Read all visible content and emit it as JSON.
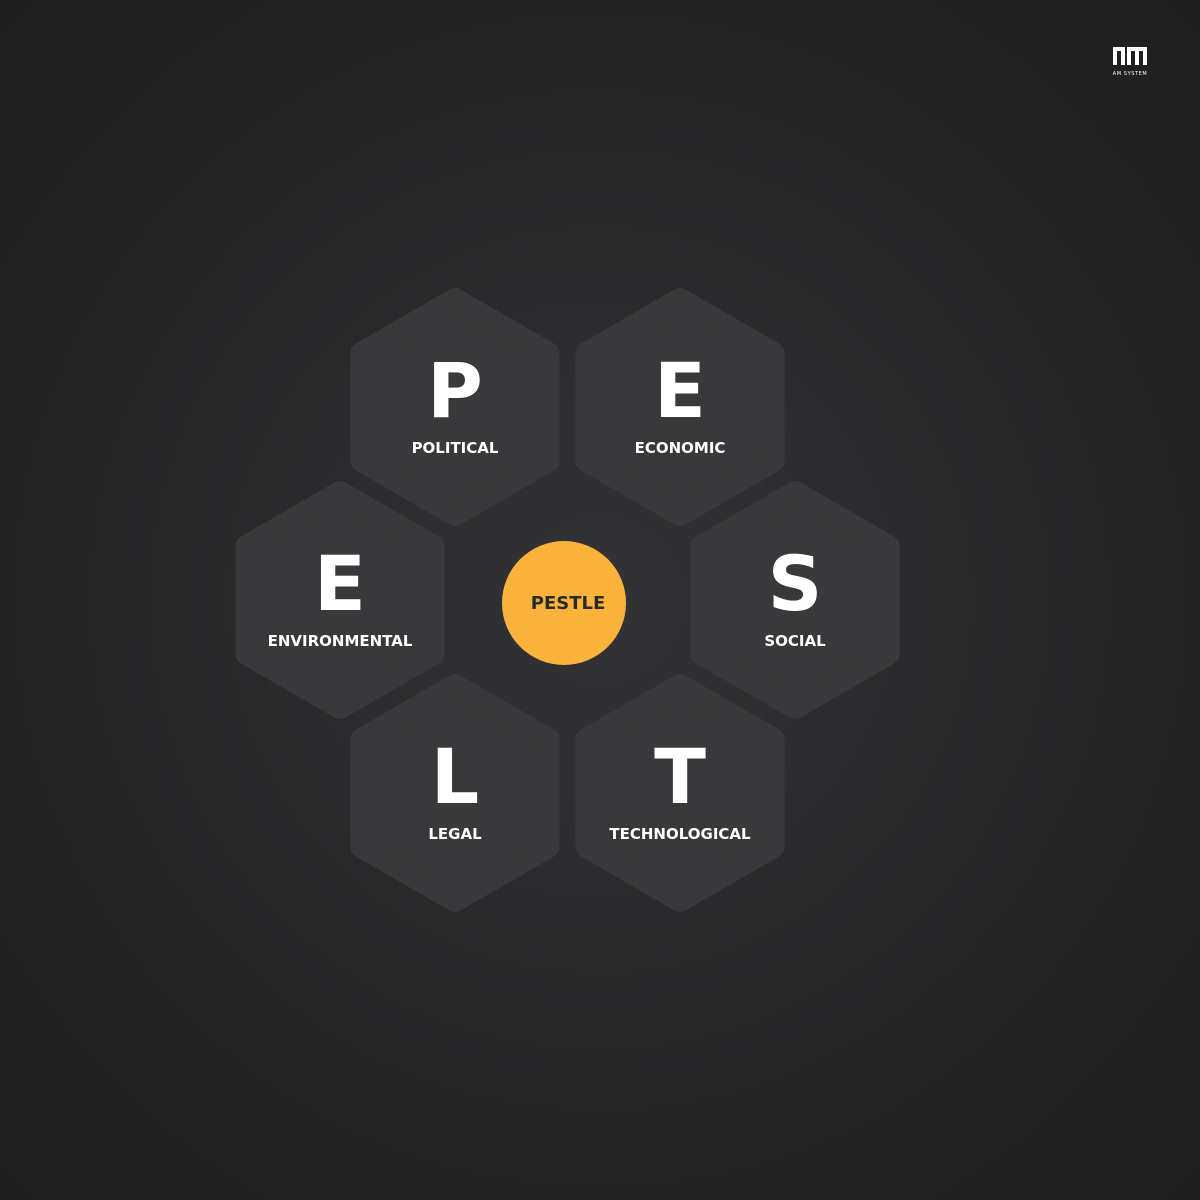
{
  "logo": {
    "mark": "AM",
    "subtitle": "AM SYSTEM"
  },
  "center": {
    "label": "PESTLE",
    "color": "#fbb33b"
  },
  "hexagons": [
    {
      "letter": "P",
      "label": "POLITICAL"
    },
    {
      "letter": "E",
      "label": "ECONOMIC"
    },
    {
      "letter": "E",
      "label": "ENVIRONMENTAL"
    },
    {
      "letter": "S",
      "label": "SOCIAL"
    },
    {
      "letter": "L",
      "label": "LEGAL"
    },
    {
      "letter": "T",
      "label": "TECHNOLOGICAL"
    }
  ],
  "colors": {
    "hexagon": "#39393b",
    "text": "#ffffff"
  }
}
